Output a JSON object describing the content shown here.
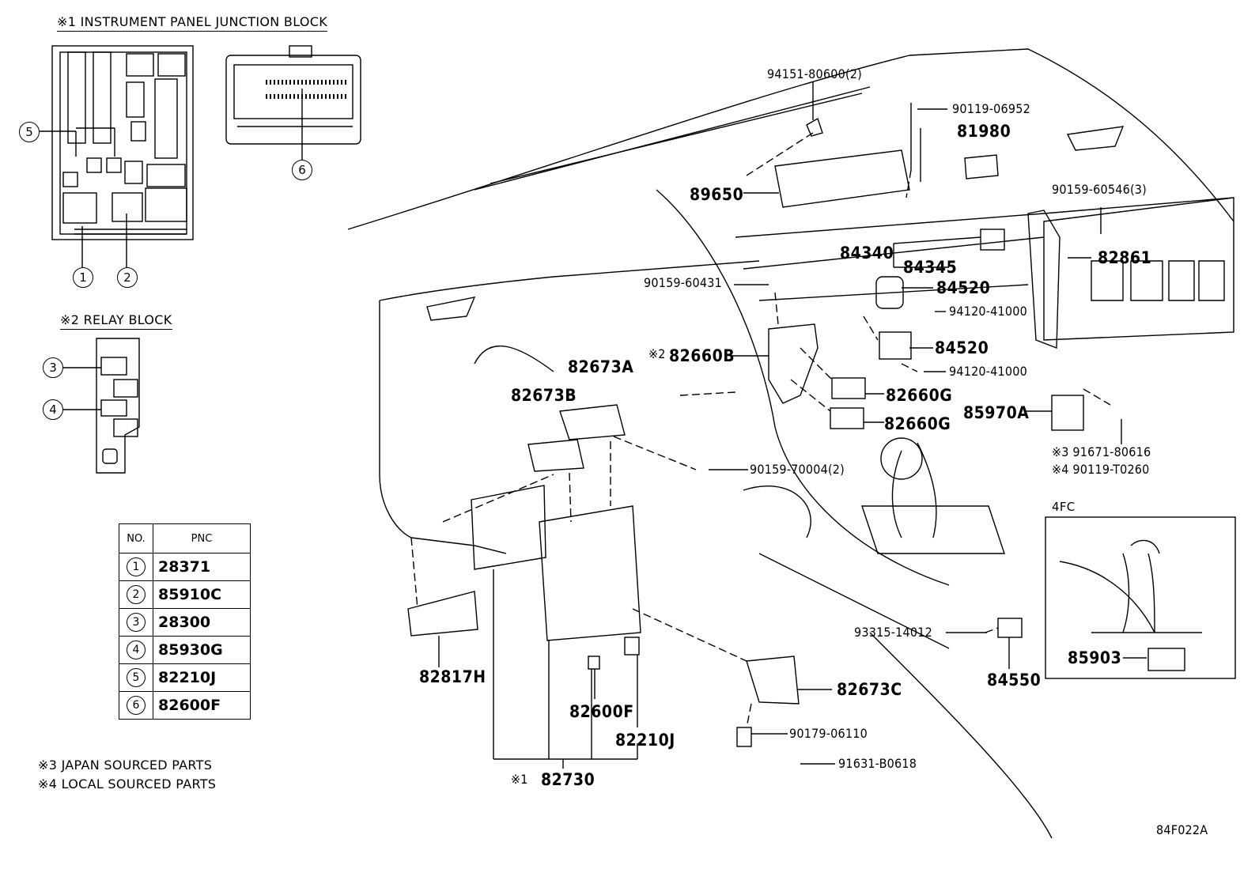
{
  "headings": {
    "junction_block": "※1 INSTRUMENT PANEL JUNCTION BLOCK",
    "relay_block": "※2 RELAY BLOCK",
    "inset_title": "4FC"
  },
  "callout_numbers": [
    "1",
    "2",
    "3",
    "4",
    "5",
    "6"
  ],
  "table": {
    "col_no": "NO.",
    "col_pnc": "PNC",
    "rows": [
      {
        "no": "1",
        "pnc": "28371"
      },
      {
        "no": "2",
        "pnc": "85910C"
      },
      {
        "no": "3",
        "pnc": "28300"
      },
      {
        "no": "4",
        "pnc": "85930G"
      },
      {
        "no": "5",
        "pnc": "82210J"
      },
      {
        "no": "6",
        "pnc": "82600F"
      }
    ]
  },
  "notes": {
    "japan": "※3 JAPAN SOURCED PARTS",
    "local": "※4 LOCAL SOURCED PARTS"
  },
  "parts": {
    "p94151": "94151-80600(2)",
    "p90119_06952": "90119-06952",
    "p81980": "81980",
    "p89650": "89650",
    "p90159_60546": "90159-60546(3)",
    "p84340": "84340",
    "p84345": "84345",
    "p82861": "82861",
    "p90159_60431": "90159-60431",
    "p84520a": "84520",
    "p94120a": "94120-41000",
    "p82660b_prefix": "※2",
    "p82660b": "82660B",
    "p84520b": "84520",
    "p94120b": "94120-41000",
    "p82673a": "82673A",
    "p82673b": "82673B",
    "p82660g_a": "82660G",
    "p82660g_b": "82660G",
    "p85970a": "85970A",
    "p91671": "※3 91671-80616",
    "p90119_t0260": "※4 90119-T0260",
    "p90159_70004": "90159-70004(2)",
    "p93315": "93315-14012",
    "p84550": "84550",
    "p85903": "85903",
    "p82817h": "82817H",
    "p82673c": "82673C",
    "p82600f": "82600F",
    "p82210j": "82210J",
    "p90179": "90179-06110",
    "p91631": "91631-B0618",
    "p82730_prefix": "※1",
    "p82730": "82730"
  },
  "figure_code": "84F022A"
}
